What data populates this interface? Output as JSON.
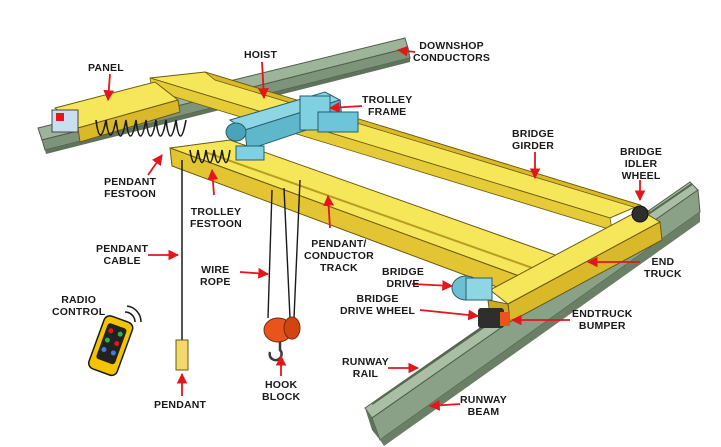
{
  "labels": {
    "panel": "PANEL",
    "hoist": "HOIST",
    "downshop_conductors": [
      "DOWNSHOP",
      "CONDUCTORS"
    ],
    "trolley_frame": [
      "TROLLEY",
      "FRAME"
    ],
    "bridge_girder": [
      "BRIDGE",
      "GIRDER"
    ],
    "bridge_idler_wheel": [
      "BRIDGE",
      "IDLER",
      "WHEEL"
    ],
    "pendant_festoon": [
      "PENDANT",
      "FESTOON"
    ],
    "trolley_festoon": [
      "TROLLEY",
      "FESTOON"
    ],
    "pendant_cable": [
      "PENDANT",
      "CABLE"
    ],
    "wire_rope": [
      "WIRE",
      "ROPE"
    ],
    "pendant_conductor_track": [
      "PENDANT/",
      "CONDUCTOR",
      "TRACK"
    ],
    "bridge_drive": [
      "BRIDGE",
      "DRIVE"
    ],
    "end_truck": [
      "END",
      "TRUCK"
    ],
    "bridge_drive_wheel": [
      "BRIDGE",
      "DRIVE WHEEL"
    ],
    "endtruck_bumper": [
      "ENDTRUCK",
      "BUMPER"
    ],
    "radio_control": [
      "RADIO",
      "CONTROL"
    ],
    "runway_rail": [
      "RUNWAY",
      "RAIL"
    ],
    "runway_beam": [
      "RUNWAY",
      "BEAM"
    ],
    "hook_block": [
      "HOOK",
      "BLOCK"
    ],
    "pendant": "PENDANT"
  },
  "colors": {
    "crane_yellow": "#f5e04a",
    "crane_yellow_dark": "#d9b92a",
    "crane_outline": "#6b5a10",
    "trolley_blue": "#7fd0e0",
    "runway_green": "#8fa58a",
    "arrow_red": "#e3161b",
    "hook_orange": "#e8541c"
  },
  "icons": {
    "remote": "radio-remote-icon",
    "hook": "hook-icon"
  }
}
